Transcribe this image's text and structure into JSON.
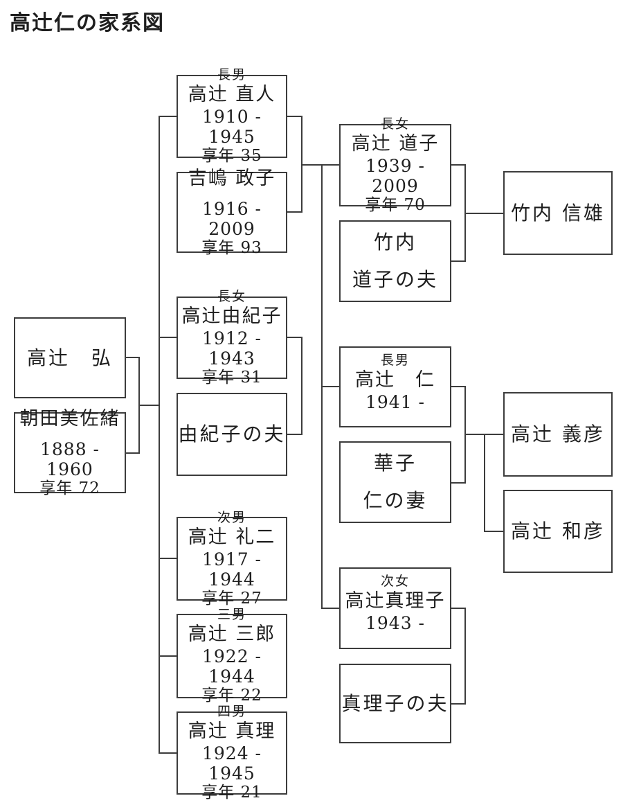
{
  "title": "高辻仁の家系図",
  "boxes": {
    "hiroshi": {
      "name": "高辻　弘"
    },
    "misao": {
      "name": "朝田美佐緒",
      "dates": "1888 - 1960",
      "age": "享年 72"
    },
    "naoto": {
      "label": "長男",
      "name": "高辻 直人",
      "dates": "1910 - 1945",
      "age": "享年 35"
    },
    "masako": {
      "name": "吉嶋 政子",
      "dates": "1916 - 2009",
      "age": "享年 93"
    },
    "yukiko": {
      "label": "長女",
      "name": "高辻由紀子",
      "dates": "1912 - 1943",
      "age": "享年 31"
    },
    "yukiko_husband": {
      "name": "由紀子の夫"
    },
    "reiji": {
      "label": "次男",
      "name": "高辻 礼二",
      "dates": "1917 - 1944",
      "age": "享年 27"
    },
    "saburo": {
      "label": "三男",
      "name": "高辻 三郎",
      "dates": "1922 - 1944",
      "age": "享年 22"
    },
    "mari": {
      "label": "四男",
      "name": "高辻 真理",
      "dates": "1924 - 1945",
      "age": "享年 21"
    },
    "michiko": {
      "label": "長女",
      "name": "高辻 道子",
      "dates": "1939 - 2009",
      "age": "享年 70"
    },
    "michiko_husband": {
      "name": "竹内",
      "name2": "道子の夫"
    },
    "hitoshi": {
      "label": "長男",
      "name": "高辻　仁",
      "dates": "1941 -"
    },
    "hanako": {
      "name": "華子",
      "name2": "仁の妻"
    },
    "mariko": {
      "label": "次女",
      "name": "高辻真理子",
      "dates": "1943 -"
    },
    "mariko_husband": {
      "name": "真理子の夫"
    },
    "nobuo": {
      "name": "竹内 信雄"
    },
    "yoshihiko": {
      "name": "高辻 義彦"
    },
    "kazuhiko": {
      "name": "高辻 和彦"
    }
  }
}
